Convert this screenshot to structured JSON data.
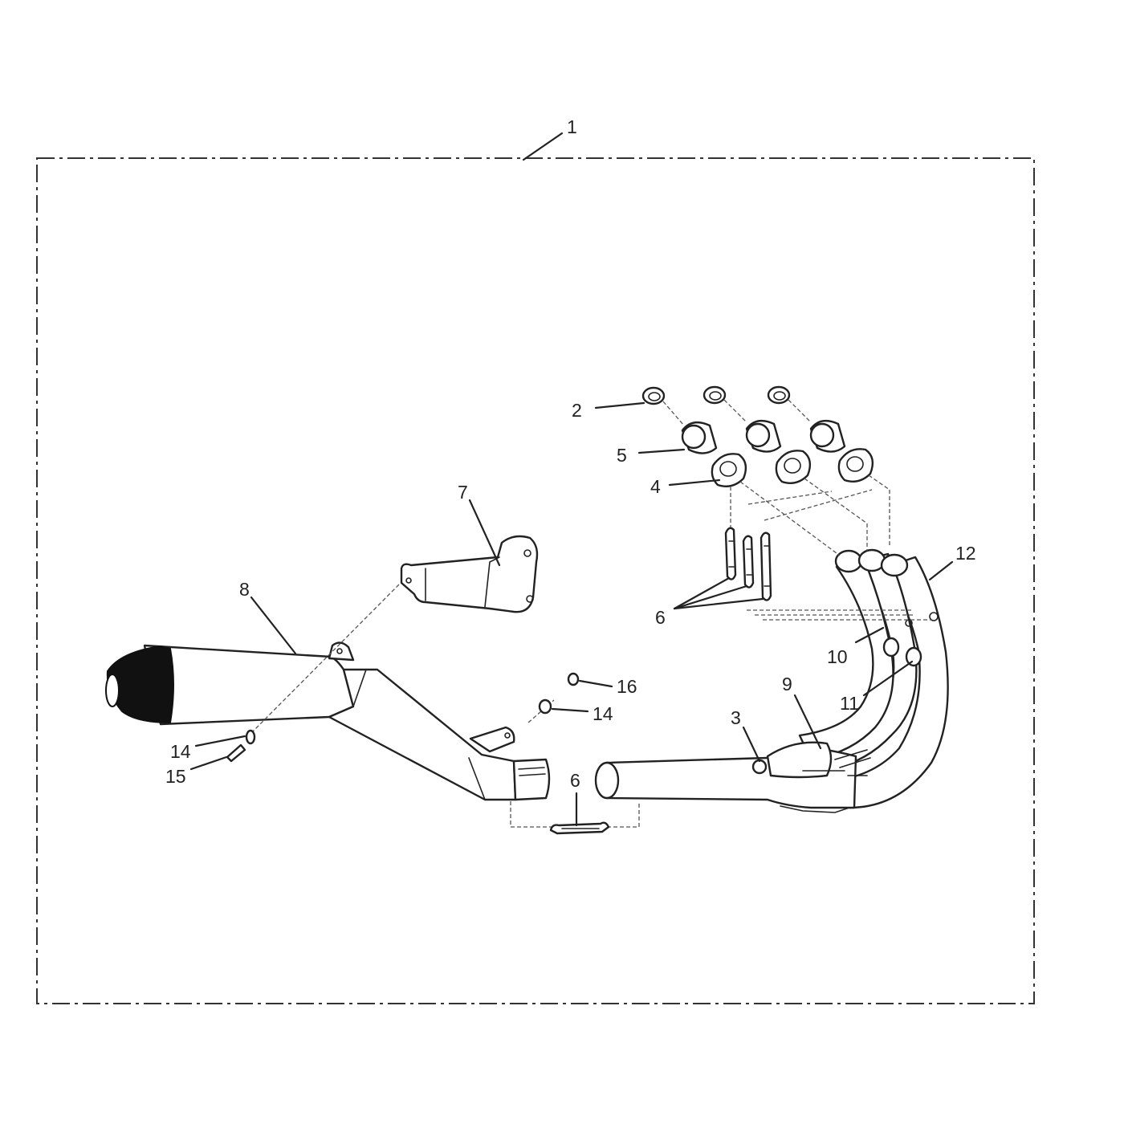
{
  "callouts": {
    "c1": "1",
    "c2": "2",
    "c3": "3",
    "c4": "4",
    "c5": "5",
    "c6a": "6",
    "c6b": "6",
    "c7": "7",
    "c8": "8",
    "c9": "9",
    "c10": "10",
    "c11": "11",
    "c12": "12",
    "c14a": "14",
    "c14b": "14",
    "c15": "15",
    "c16": "16"
  },
  "colors": {
    "line": "#222222",
    "boundary": "#333333",
    "muffler_end_cap": "#111111"
  }
}
